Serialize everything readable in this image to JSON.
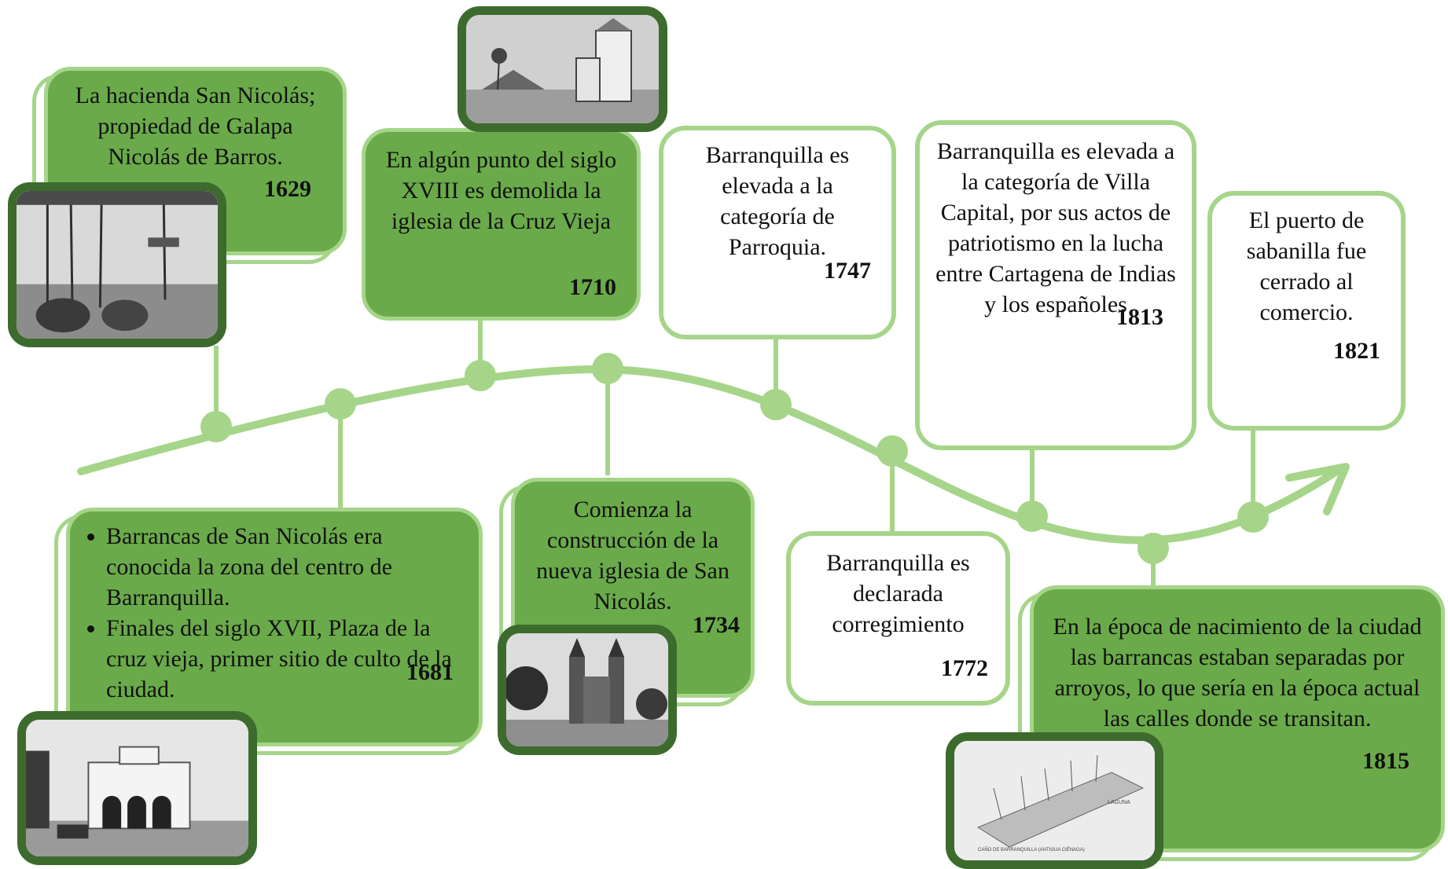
{
  "colors": {
    "line": "#a6d58a",
    "card_green": "#6aaa4a",
    "card_border": "#a6d58a",
    "photo_frame": "#3d6b2e"
  },
  "events": [
    {
      "year": "1629",
      "text": "La hacienda San Nicolás; propiedad de Galapa Nicolás de Barros."
    },
    {
      "year": "1681",
      "bullets": [
        "Barrancas de San Nicolás era conocida la zona del centro de Barranquilla.",
        "Finales del siglo XVII, Plaza de la cruz vieja, primer sitio de culto de la ciudad."
      ]
    },
    {
      "year": "1710",
      "text": "En algún punto del siglo XVIII es demolida la iglesia de la Cruz Vieja"
    },
    {
      "year": "1734",
      "text": "Comienza la construcción de la nueva iglesia de San Nicolás."
    },
    {
      "year": "1747",
      "text": "Barranquilla es elevada a la categoría de Parroquia."
    },
    {
      "year": "1772",
      "text": "Barranquilla es declarada corregimiento"
    },
    {
      "year": "1813",
      "text": "Barranquilla es elevada a la categoría de Villa Capital, por sus actos de patriotismo en la lucha entre Cartagena de Indias y los españoles"
    },
    {
      "year": "1815",
      "text": "En la época de nacimiento de la ciudad las barrancas estaban separadas por arroyos, lo que sería en la época actual las calles donde se transitan."
    },
    {
      "year": "1821",
      "text": "El puerto de sabanilla fue cerrado al comercio."
    }
  ],
  "photo_captions": {
    "map_caption": "CAÑO DE BARRANQUILLA (ANTIGUA CIÉNAGA)",
    "map_water": "LAGUNA"
  }
}
